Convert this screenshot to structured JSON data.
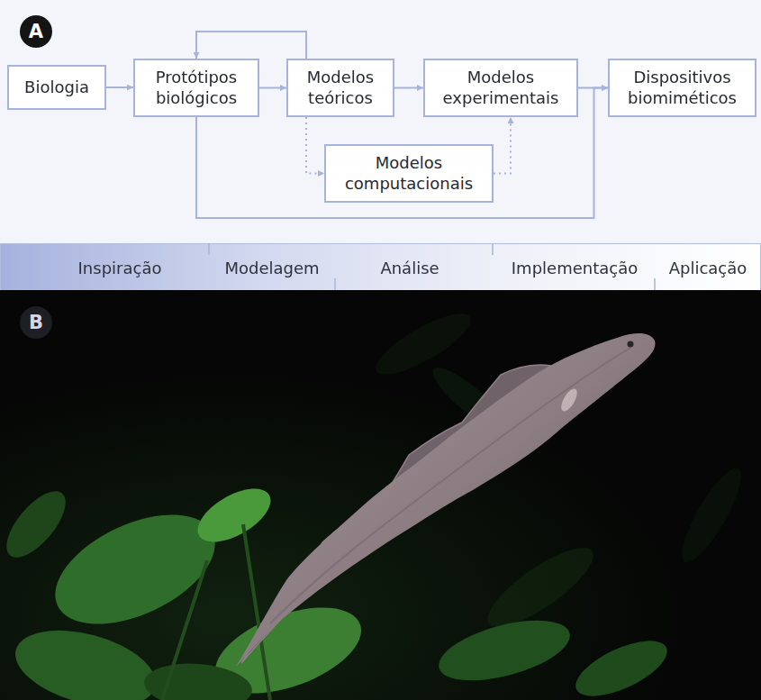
{
  "diagram": {
    "nodes": [
      {
        "text": [
          "Biologia"
        ]
      },
      {
        "text": [
          "Protótipos biológicos"
        ]
      },
      {
        "text": [
          "Modelos teóricos"
        ]
      },
      {
        "text": [
          "Modelos experimentais"
        ]
      },
      {
        "text": [
          "Dispositivos biomiméticos"
        ]
      },
      {
        "text": [
          "Modelos computacionais"
        ]
      }
    ],
    "edges": [
      {
        "from": 0,
        "to": 1,
        "arrow": "to"
      },
      {
        "from": 1,
        "to": 2,
        "arrow": "to"
      },
      {
        "from": 2,
        "to": 1,
        "arrow": "to"
      },
      {
        "from": 2,
        "to": 3,
        "arrow": "to"
      },
      {
        "from": 3,
        "to": 4,
        "arrow": "to"
      },
      {
        "from": 2,
        "to": 5,
        "arrow": "to"
      },
      {
        "from": 5,
        "to": 3,
        "arrow": "to"
      },
      {
        "from": 1,
        "to": 4,
        "arrow": "to"
      }
    ],
    "labels": [
      "A",
      "Inspiração",
      "Modelagem",
      "Análise",
      "Implementação",
      "Aplicação",
      "B"
    ]
  }
}
